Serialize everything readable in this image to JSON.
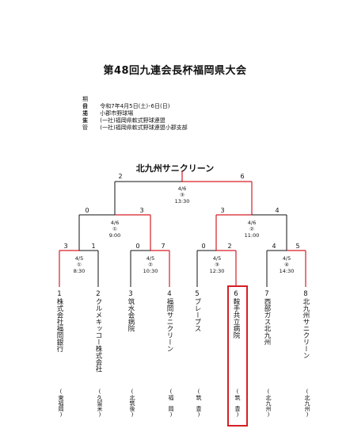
{
  "title": "第48回九連会長杯福岡県大会",
  "info": [
    {
      "label": "期　日",
      "value": "令和7年4月5日(土)･6日(日)"
    },
    {
      "label": "会　場",
      "value": "小郡市野球場"
    },
    {
      "label": "主　催",
      "value": "(一社)福岡県軟式野球連盟"
    },
    {
      "label": "主　管",
      "value": "(一社)福岡県軟式野球連盟小郡支部"
    }
  ],
  "champion": "北九州サニクリーン",
  "matches": [
    {
      "id": "final",
      "date": "4/6",
      "no": "③",
      "time": "13:30",
      "score_left": "2",
      "score_right": "6"
    },
    {
      "id": "sf1",
      "date": "4/6",
      "no": "①",
      "time": "9:00",
      "score_left": "0",
      "score_right": "3"
    },
    {
      "id": "sf2",
      "date": "4/6",
      "no": "②",
      "time": "11:00",
      "score_left": "3",
      "score_right": "4"
    },
    {
      "id": "qf1",
      "date": "4/5",
      "no": "①",
      "time": "8:30",
      "score_left": "3",
      "score_right": "1"
    },
    {
      "id": "qf2",
      "date": "4/5",
      "no": "②",
      "time": "10:30",
      "score_left": "0",
      "score_right": "7"
    },
    {
      "id": "qf3",
      "date": "4/5",
      "no": "③",
      "time": "12:30",
      "score_left": "0",
      "score_right": "2"
    },
    {
      "id": "qf4",
      "date": "4/5",
      "no": "④",
      "time": "14:30",
      "score_left": "4",
      "score_right": "5"
    }
  ],
  "teams": [
    {
      "seed": "1",
      "name": "株式会社福岡銀行",
      "region": "(東福岡)"
    },
    {
      "seed": "2",
      "name": "クルメキッコー株式会社",
      "region": "(久留米)"
    },
    {
      "seed": "3",
      "name": "筑水会病院",
      "region": "(北筑後)"
    },
    {
      "seed": "4",
      "name": "福岡サニクリーン",
      "region": "(福　岡)"
    },
    {
      "seed": "5",
      "name": "ブレーブス",
      "region": "(筑　豊)"
    },
    {
      "seed": "6",
      "name": "鞍手共立病院",
      "region": "(筑　豊)"
    },
    {
      "seed": "7",
      "name": "西部ガス北九州",
      "region": "(北九州)"
    },
    {
      "seed": "8",
      "name": "北九州サニクリーン",
      "region": "(北九州)"
    }
  ],
  "colors": {
    "win": "#d61f26",
    "lose": "#111111",
    "highlight": "#d61f26"
  }
}
